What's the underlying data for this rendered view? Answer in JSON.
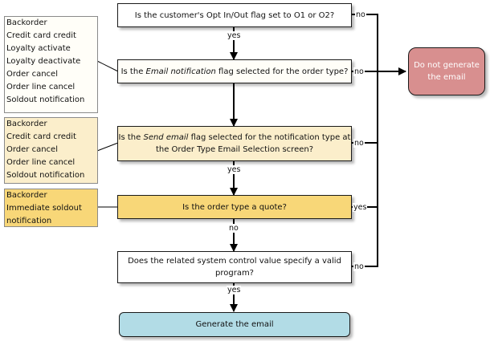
{
  "q1": "Is the customer's Opt In/Out flag set to O1 or O2?",
  "q2": {
    "pre": "Is the ",
    "em": "Email notification",
    "post": " flag selected for the order type?"
  },
  "q3": {
    "pre": "Is the ",
    "em": "Send email",
    "post": " flag selected for the notification type at the Order Type Email Selection screen?"
  },
  "q4": "Is the order type a quote?",
  "q5": "Does the related system control value specify a valid program?",
  "end_no": "Do not generate the email",
  "end_yes": "Generate the email",
  "list1": [
    "Backorder",
    "Credit card credit",
    "Loyalty activate",
    "Loyalty deactivate",
    "Order cancel",
    "Order line cancel",
    "Soldout notification"
  ],
  "list2": [
    "Backorder",
    "Credit card credit",
    "Order cancel",
    "Order line cancel",
    "Soldout notification"
  ],
  "list3": [
    "Backorder",
    "Immediate soldout",
    "notification"
  ],
  "labels": {
    "yes": "yes",
    "no": "no"
  },
  "colors": {
    "yellow_light": "#fbeecb",
    "yellow_dark": "#f8d778",
    "red": "#d88f8f",
    "blue": "#b2dce6",
    "list1_bg": "#fffef8"
  }
}
